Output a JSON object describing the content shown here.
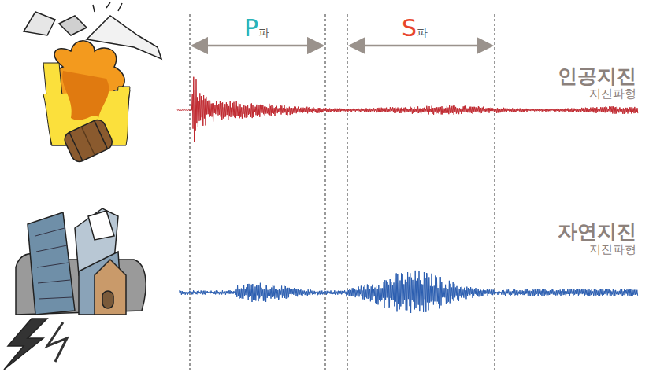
{
  "diagram": {
    "labels": [
      "P파",
      "S파",
      "인공지진",
      "지진파형",
      "자연지진",
      "지진파형"
    ]
  }
}
